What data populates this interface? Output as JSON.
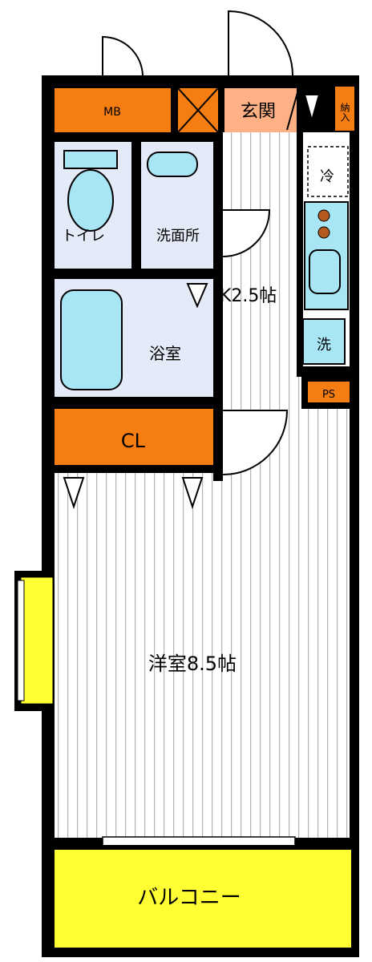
{
  "floorplan": {
    "rooms": {
      "mb": "MB",
      "entrance": "玄関",
      "storage": "納入",
      "toilet": "トイレ",
      "washroom": "洗面所",
      "fridge": "冷",
      "kitchen": "K2.5帖",
      "bath": "浴室",
      "washer": "洗",
      "ps": "PS",
      "closet": "CL",
      "western_room": "洋室8.5帖",
      "balcony": "バルコニー"
    },
    "colors": {
      "wall": "#000000",
      "storage_orange": "#f57d11",
      "entrance_peach": "#ffb085",
      "fixture_blue": "#a8e6f5",
      "room_lavender": "#e4eaf8",
      "balcony_yellow": "#ffff33",
      "floor_stripe": "#b4b4b4"
    }
  }
}
